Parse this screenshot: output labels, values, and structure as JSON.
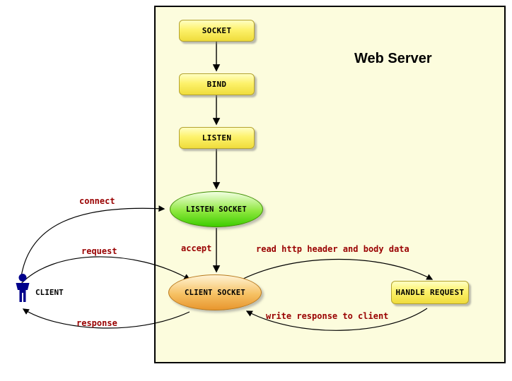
{
  "diagram": {
    "title": "Web Server",
    "nodes": {
      "socket": {
        "label": "SOCKET"
      },
      "bind": {
        "label": "BIND"
      },
      "listen": {
        "label": "LISTEN"
      },
      "listen_socket": {
        "label": "LISTEN SOCKET"
      },
      "client_socket": {
        "label": "CLIENT SOCKET"
      },
      "handle_request": {
        "label": "HANDLE REQUEST"
      },
      "client": {
        "label": "CLIENT"
      }
    },
    "edge_labels": {
      "connect": "connect",
      "request": "request",
      "response": "response",
      "accept": "accept",
      "read_request": "read http header and body data",
      "write_response": "write response to client"
    },
    "colors": {
      "server_background": "#fcfcdd",
      "process_box_top": "#ffffc2",
      "process_box_bottom": "#efdc3c",
      "listen_socket_fill": "#3ecd00",
      "client_socket_fill": "#e8962e",
      "edge_label_color": "#990000",
      "client_figure_color": "#00008b",
      "arrow_color": "#000000"
    }
  }
}
